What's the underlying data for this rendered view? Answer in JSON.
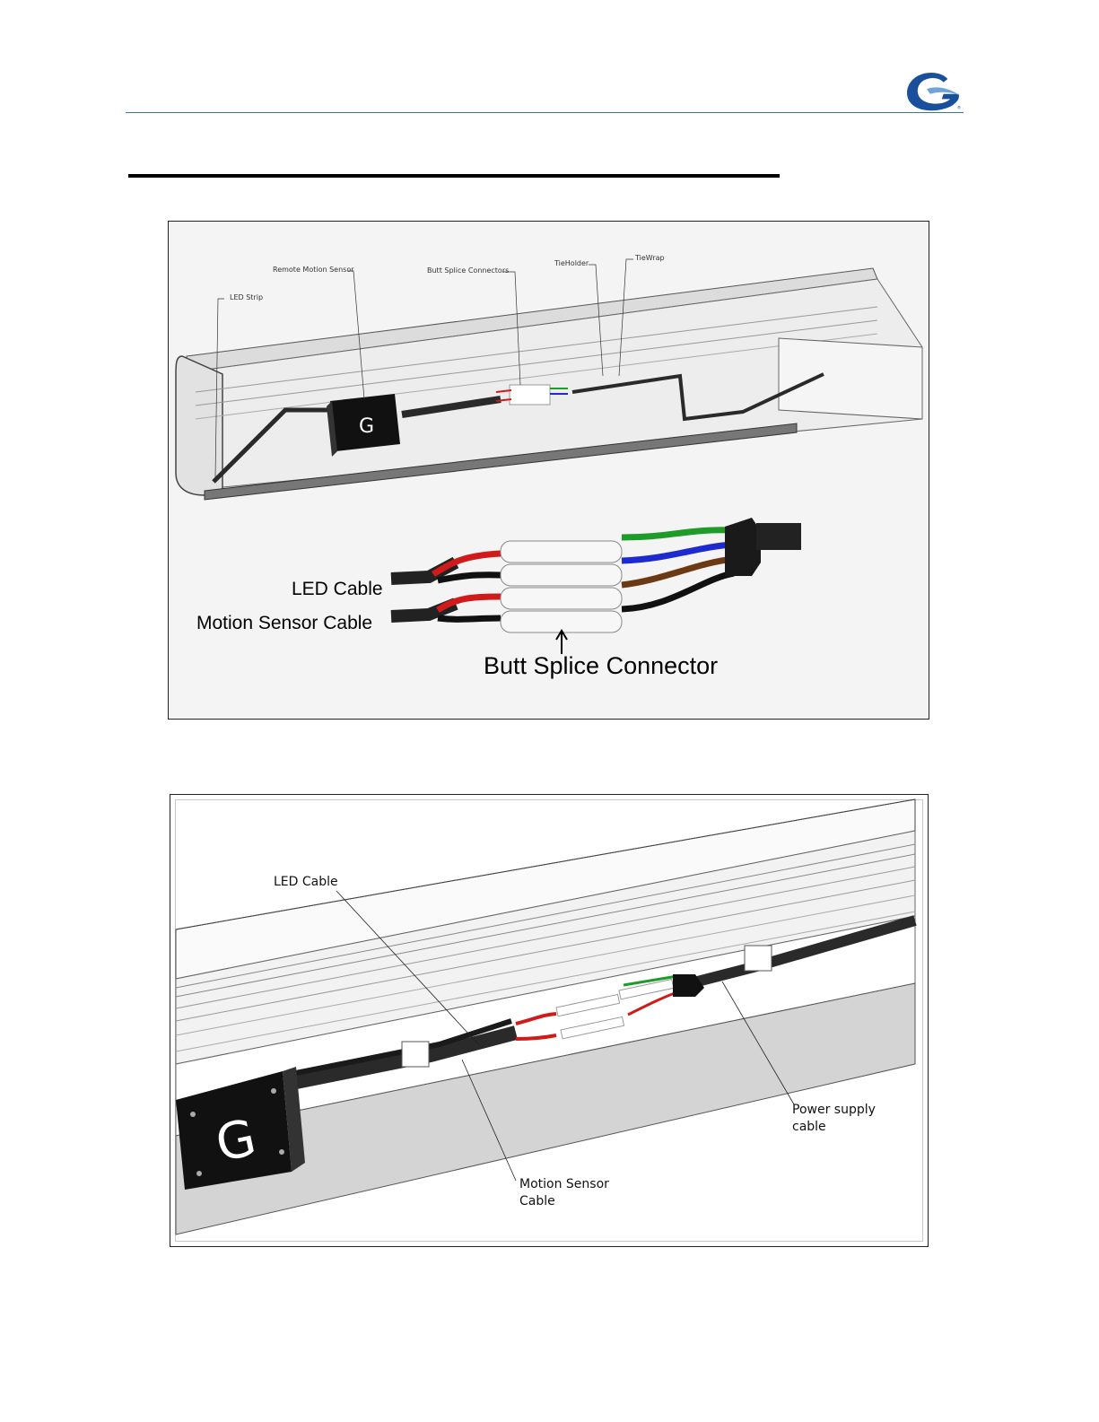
{
  "header": {
    "logo_icon": "company-logo-icon",
    "rule_color": "#3d6fb8"
  },
  "figure1": {
    "callouts": {
      "led_strip": "LED Strip",
      "remote_motion_sensor": "Remote Motion Sensor",
      "butt_splice_connectors": "Butt Splice Connectors",
      "tieholder": "TieHolder",
      "tiewrap": "TieWrap"
    },
    "sensor_mark": "G",
    "detail": {
      "led_cable": "LED Cable",
      "motion_sensor_cable": "Motion Sensor Cable",
      "butt_splice_connector": "Butt Splice Connector"
    },
    "wire_colors": {
      "red": "#d11a1a",
      "green": "#1f9b2a",
      "blue": "#1d2ad0",
      "brown": "#6b3a14",
      "black": "#111111"
    }
  },
  "figure2": {
    "led_cable": "LED Cable",
    "motion_sensor_cable": [
      "Motion Sensor",
      "Cable"
    ],
    "power_supply_cable": [
      "Power supply",
      "cable"
    ],
    "sensor_mark": "G"
  }
}
